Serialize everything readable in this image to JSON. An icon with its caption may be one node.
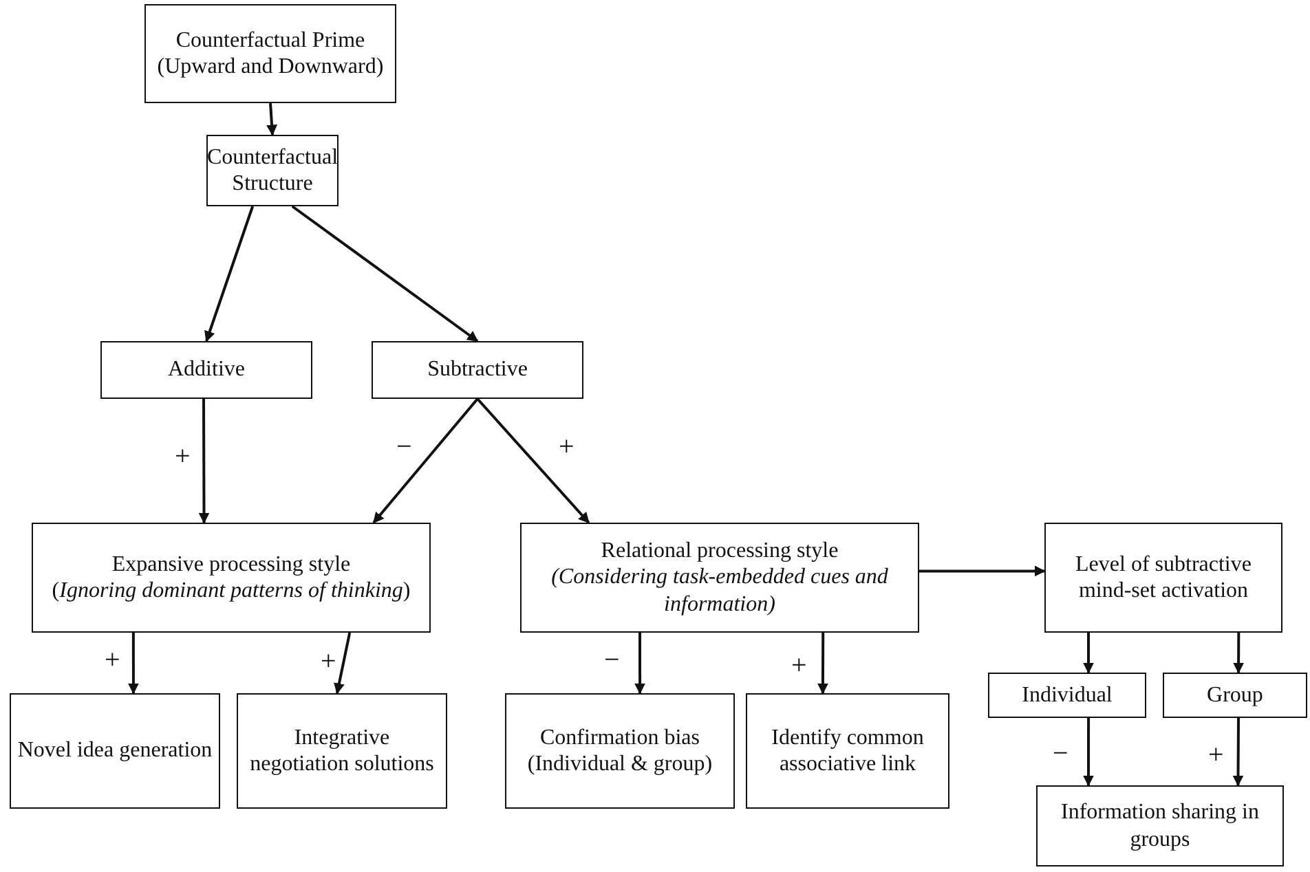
{
  "diagram": {
    "nodes": [
      {
        "text": [
          "Counterfactual Prime",
          "(Upward and Downward)"
        ]
      },
      {
        "text": [
          "Counterfactual Structure"
        ]
      },
      {
        "text": [
          "Additive"
        ]
      },
      {
        "text": [
          "Subtractive"
        ]
      },
      {
        "text": [
          "Expansive processing style",
          "(*Ignoring dominant patterns of thinking*)"
        ]
      },
      {
        "text": [
          "Relational processing style",
          "(Considering task-embedded cues and information)"
        ]
      },
      {
        "text": [
          "Level of subtractive mind-set activation"
        ]
      },
      {
        "text": [
          "Novel idea generation"
        ]
      },
      {
        "text": [
          "Integrative negotiation solutions"
        ]
      },
      {
        "text": [
          "Confirmation bias (Individual & group)"
        ]
      },
      {
        "text": [
          "Identify common associative link"
        ]
      },
      {
        "text": [
          "Individual"
        ]
      },
      {
        "text": [
          "Group"
        ]
      },
      {
        "text": [
          "Information sharing in groups"
        ]
      }
    ],
    "edges": [
      {
        "from": 0,
        "to": 1,
        "arrow": "to"
      },
      {
        "from": 1,
        "to": 2,
        "arrow": "to"
      },
      {
        "from": 1,
        "to": 3,
        "arrow": "to"
      },
      {
        "from": 2,
        "to": 4,
        "arrow": "to",
        "label": "+"
      },
      {
        "from": 3,
        "to": 4,
        "arrow": "to",
        "label": "−"
      },
      {
        "from": 3,
        "to": 5,
        "arrow": "to",
        "label": "+"
      },
      {
        "from": 5,
        "to": 6,
        "arrow": "to"
      },
      {
        "from": 4,
        "to": 7,
        "arrow": "to",
        "label": "+"
      },
      {
        "from": 4,
        "to": 8,
        "arrow": "to",
        "label": "+"
      },
      {
        "from": 5,
        "to": 9,
        "arrow": "to",
        "label": "−"
      },
      {
        "from": 5,
        "to": 10,
        "arrow": "to",
        "label": "+"
      },
      {
        "from": 6,
        "to": 11,
        "arrow": "to"
      },
      {
        "from": 6,
        "to": 12,
        "arrow": "to"
      },
      {
        "from": 11,
        "to": 13,
        "arrow": "to",
        "label": "−"
      },
      {
        "from": 12,
        "to": 13,
        "arrow": "to",
        "label": "+"
      }
    ]
  }
}
